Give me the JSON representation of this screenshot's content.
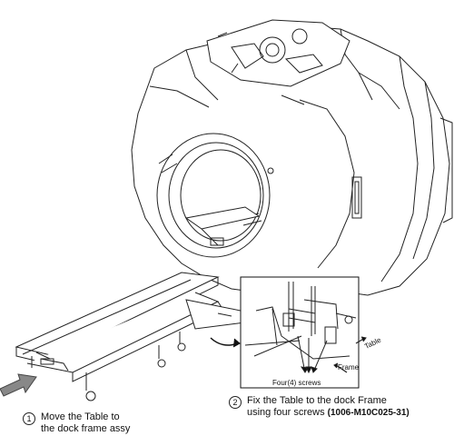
{
  "steps": [
    {
      "number": "1",
      "line1": "Move the Table to",
      "line2": "the dock frame assy"
    },
    {
      "number": "2",
      "line1": "Fix the Table to the dock Frame",
      "line2_prefix": "using four screws ",
      "line2_bold": "(1006-M10C025-31)"
    }
  ],
  "inset": {
    "label_table": "Table",
    "label_frame": "Frame",
    "label_screws": "Four(4) screws"
  }
}
